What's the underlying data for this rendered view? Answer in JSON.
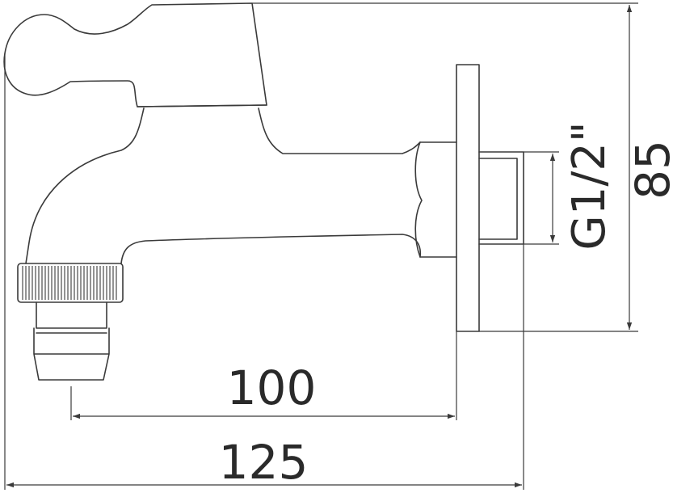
{
  "dimensions": {
    "width_100": "100",
    "width_125": "125",
    "height_85": "85",
    "thread": "G1/2\""
  },
  "colors": {
    "line": "#3a3a3a",
    "background": "#ffffff"
  }
}
